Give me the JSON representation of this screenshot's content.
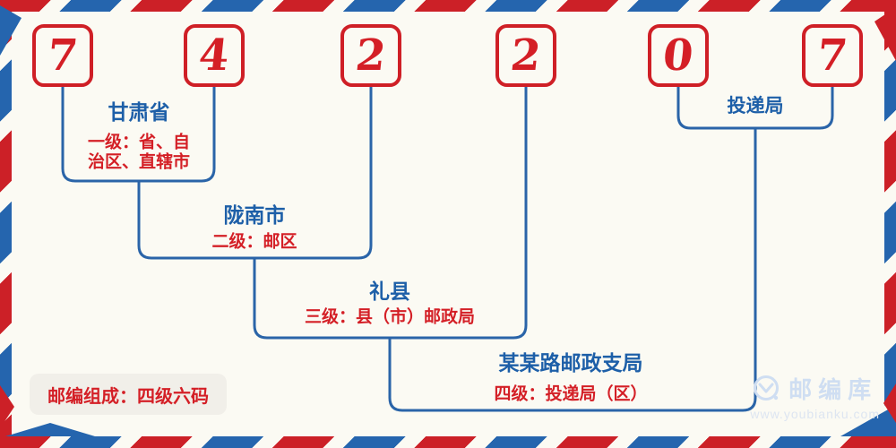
{
  "postal_code": {
    "digits": [
      "7",
      "4",
      "2",
      "2",
      "0",
      "7"
    ]
  },
  "levels": [
    {
      "name": "甘肃省",
      "desc_lines": [
        "一级：省、自",
        "治区、直辖市"
      ],
      "desc": "一级：省、自治区、直辖市"
    },
    {
      "name": "陇南市",
      "desc": "二级：邮区"
    },
    {
      "name": "礼县",
      "desc": "三级：县（市）邮政局"
    },
    {
      "name": "某某路邮政支局",
      "desc": "四级：投递局（区）"
    },
    {
      "name": "投递局",
      "desc": ""
    }
  ],
  "badge": {
    "text": "邮编组成：四级六码"
  },
  "watermark": {
    "brand": "邮编库",
    "url": "www.youbianku.com",
    "icon": "envelope-circle-icon"
  },
  "colors": {
    "stripe_red": "#cc2027",
    "stripe_blue": "#2565ae",
    "digit_red": "#d41f26",
    "text_blue": "#1d5fa8",
    "text_red": "#d41f26",
    "line_blue": "#2a64a8",
    "background": "#fbfaf3",
    "badge_background": "#f1efe9",
    "watermark_blue": "#cfdef2"
  }
}
